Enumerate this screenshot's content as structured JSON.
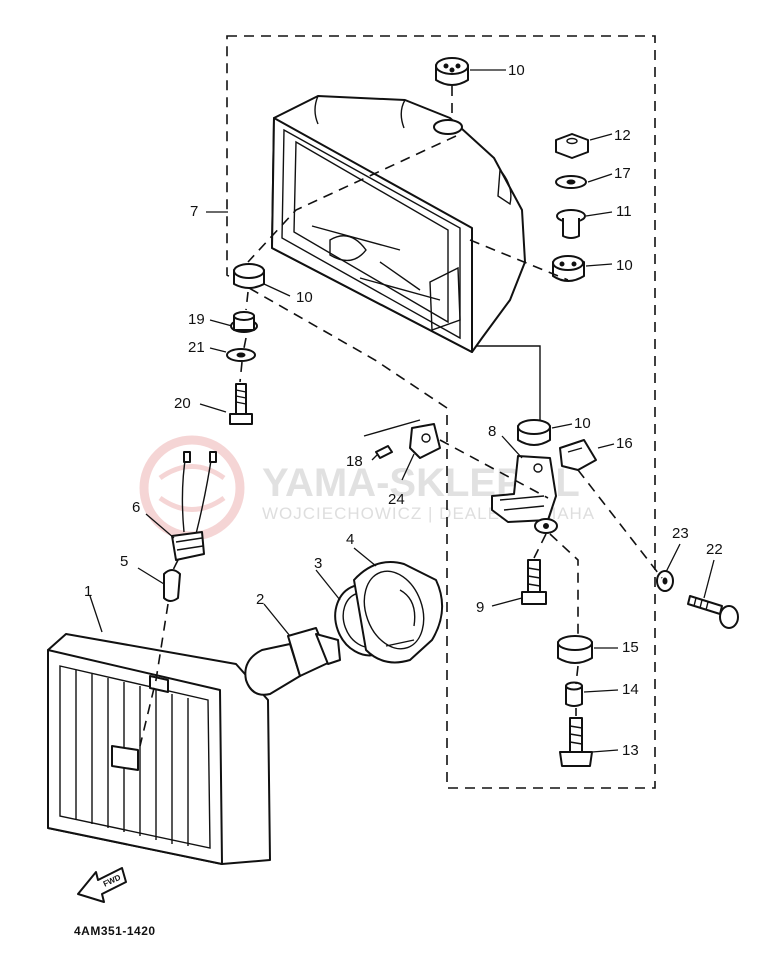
{
  "diagram_code": "4AM351-1420",
  "direction_marker": "FWD",
  "watermark": {
    "brand": "YAMA-SKLEP.PL",
    "tagline": "WOJCIECHOWICZ | DEALER YAMAHA"
  },
  "callouts": {
    "c1": "1",
    "c2": "2",
    "c3": "3",
    "c4": "4",
    "c5": "5",
    "c6": "6",
    "c7": "7",
    "c8": "8",
    "c9": "9",
    "c10a": "10",
    "c10b": "10",
    "c10c": "10",
    "c10d": "10",
    "c11": "11",
    "c12": "12",
    "c13": "13",
    "c14": "14",
    "c15": "15",
    "c16": "16",
    "c17": "17",
    "c18": "18",
    "c19": "19",
    "c20": "20",
    "c21": "21",
    "c22": "22",
    "c23": "23",
    "c24": "24"
  }
}
